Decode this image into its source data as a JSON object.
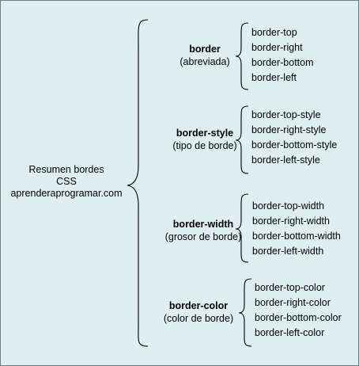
{
  "root": {
    "lines": [
      "Resumen bordes",
      "CSS",
      "aprenderaprogramar.com"
    ]
  },
  "groups": [
    {
      "title": "border",
      "subtitle": "(abreviada)",
      "items": [
        "border-top",
        "border-right",
        "border-bottom",
        "border-left"
      ]
    },
    {
      "title": "border-style",
      "subtitle": "(tipo de borde)",
      "items": [
        "border-top-style",
        "border-right-style",
        "border-bottom-style",
        "border-left-style"
      ]
    },
    {
      "title": "border-width",
      "subtitle": "(grosor de borde)",
      "items": [
        "border-top-width",
        "border-right-width",
        "border-bottom-width",
        "border-left-width"
      ]
    },
    {
      "title": "border-color",
      "subtitle": "(color de borde)",
      "items": [
        "border-top-color",
        "border-right-color",
        "border-bottom-color",
        "border-left-color"
      ]
    }
  ]
}
